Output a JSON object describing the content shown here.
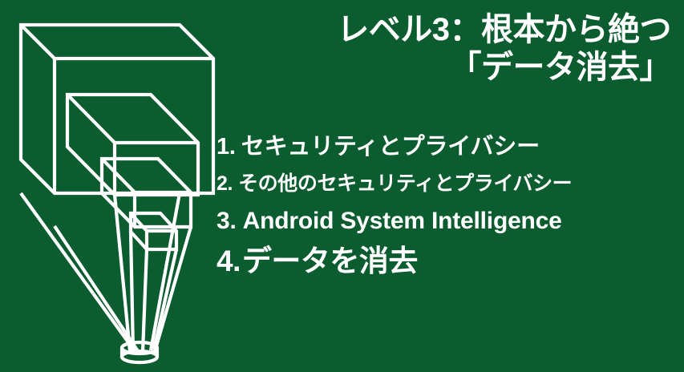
{
  "slide": {
    "background_color": "#0b5c2e",
    "text_color": "#ffffff",
    "stroke_color": "#ffffff"
  },
  "title": {
    "line1": "レベル3：根本から絶つ",
    "line2": "「データ消去」"
  },
  "steps": [
    {
      "number": "1.",
      "label": "セキュリティとプライバシー"
    },
    {
      "number": "2.",
      "label": "その他のセキュリティとプライバシー"
    },
    {
      "number": "3.",
      "label": "Android System Intelligence"
    },
    {
      "number": "4.",
      "label": "データを消去"
    }
  ],
  "graphic": {
    "name": "nested-cubes-funnel",
    "description": "四つの入れ子の立方体が下方の小さな円筒へ収束する漏斗図"
  }
}
